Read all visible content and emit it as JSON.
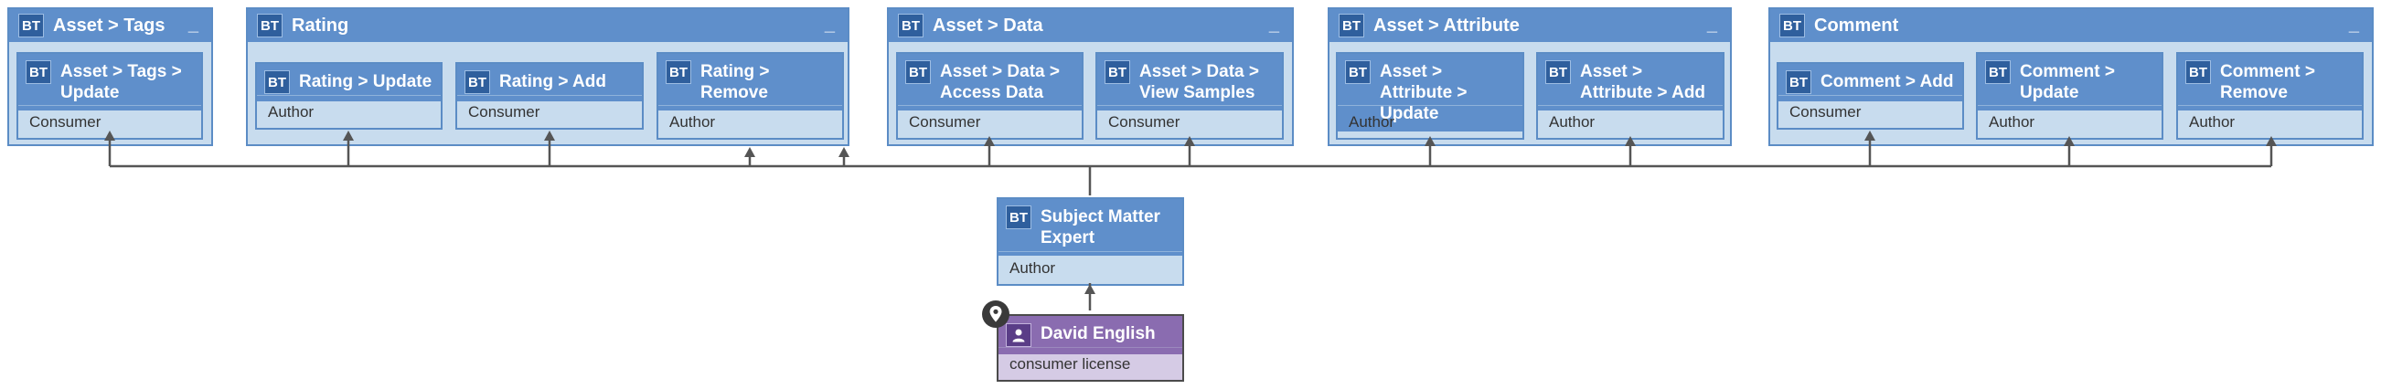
{
  "groups": [
    {
      "title": "Asset > Tags",
      "collapse": "_",
      "cards": [
        {
          "title": "Asset > Tags > Update",
          "role": "Consumer"
        }
      ]
    },
    {
      "title": "Rating",
      "collapse": "_",
      "cards": [
        {
          "title": "Rating > Update",
          "role": "Author"
        },
        {
          "title": "Rating > Add",
          "role": "Consumer"
        },
        {
          "title": "Rating > Remove",
          "role": "Author"
        }
      ]
    },
    {
      "title": "Asset > Data",
      "collapse": "_",
      "cards": [
        {
          "title": "Asset > Data > Access Data",
          "role": "Consumer"
        },
        {
          "title": "Asset > Data > View Samples",
          "role": "Consumer"
        }
      ]
    },
    {
      "title": "Asset > Attribute",
      "collapse": "_",
      "cards": [
        {
          "title": "Asset > Attribute > Update",
          "role": "Author"
        },
        {
          "title": "Asset > Attribute > Add",
          "role": "Author"
        }
      ]
    },
    {
      "title": "Comment",
      "collapse": "_",
      "cards": [
        {
          "title": "Comment > Add",
          "role": "Consumer"
        },
        {
          "title": "Comment > Update",
          "role": "Author"
        },
        {
          "title": "Comment > Remove",
          "role": "Author"
        }
      ]
    }
  ],
  "badge": "BT",
  "center": {
    "title": "Subject Matter Expert",
    "role": "Author"
  },
  "person": {
    "name": "David English",
    "license": "consumer license"
  },
  "colors": {
    "node": "#5f8fcb",
    "node_body": "#c8dcee",
    "person": "#8a6cb0",
    "person_body": "#d5cbe5",
    "edge": "#555555"
  }
}
